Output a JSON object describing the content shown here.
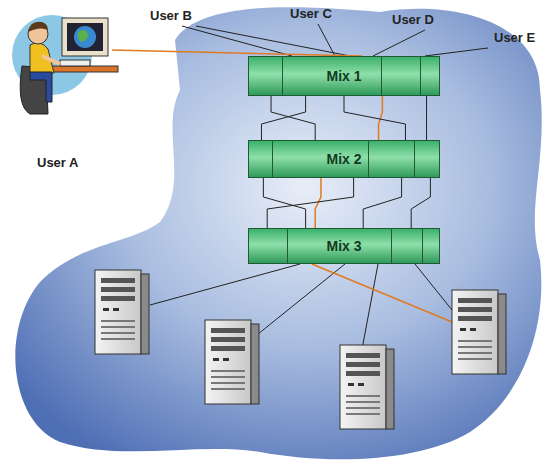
{
  "diagram": {
    "nodes": [
      {
        "text": [
          "Mix 1"
        ]
      },
      {
        "text": [
          "Mix 2"
        ]
      },
      {
        "text": [
          "Mix 3"
        ]
      }
    ],
    "edges": [
      {
        "from": 0,
        "to": 1,
        "arrow": "none"
      },
      {
        "from": 0,
        "to": 1,
        "arrow": "none"
      },
      {
        "from": 0,
        "to": 1,
        "arrow": "none"
      },
      {
        "from": 0,
        "to": 1,
        "arrow": "none"
      },
      {
        "from": 0,
        "to": 1,
        "arrow": "none"
      },
      {
        "from": 1,
        "to": 2,
        "arrow": "none"
      },
      {
        "from": 1,
        "to": 2,
        "arrow": "none"
      },
      {
        "from": 1,
        "to": 2,
        "arrow": "none"
      },
      {
        "from": 1,
        "to": 2,
        "arrow": "none"
      },
      {
        "from": 1,
        "to": 2,
        "arrow": "none"
      }
    ],
    "labels": [
      "User A",
      "User B",
      "User C",
      "User D",
      "User E"
    ]
  }
}
